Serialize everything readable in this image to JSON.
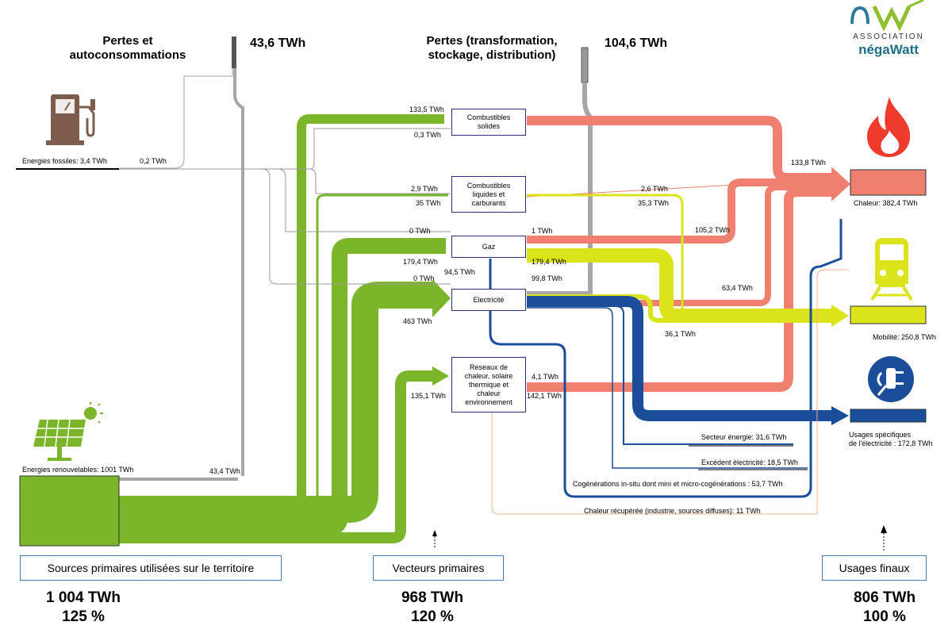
{
  "logo": {
    "line1": "ASSOCIATION",
    "line2": "négaWatt",
    "mark": "nW"
  },
  "losses_left": {
    "title_l1": "Pertes et",
    "title_l2": "autoconsommations",
    "value": "43,6 TWh"
  },
  "losses_mid": {
    "title_l1": "Pertes (transformation,",
    "title_l2": "stockage, distribution)",
    "value": "104,6 TWh"
  },
  "sources": {
    "fossiles": "Energies fossiles: 3,4 TWh",
    "renouvelables": "Energies renouvelables: 1001 TWh"
  },
  "vectors": {
    "solides_l1": "Combustibles",
    "solides_l2": "solides",
    "liquides_l1": "Combustibles",
    "liquides_l2": "liquides et",
    "liquides_l3": "carburants",
    "gaz": "Gaz",
    "elec": "Electricité",
    "reseaux_l1": "Reseaux de",
    "reseaux_l2": "chaleur, solaire",
    "reseaux_l3": "thermique et",
    "reseaux_l4": "chaleur",
    "reseaux_l5": "environnement"
  },
  "finals": {
    "chaleur": "Chaleur: 382,4 TWh",
    "mobilite": "Mobilité: 250,8 TWh",
    "usages_l1": "Usages spécifiques",
    "usages_l2": "de l'électricité : 172,8 TWh"
  },
  "flows": {
    "f02": "0,2 TWh",
    "f1335": "133,5 TWh",
    "f03": "0,3 TWh",
    "f29": "2,9 TWh",
    "f35": "35 TWh",
    "f0a": "0 TWh",
    "f1794a": "179,4 TWh",
    "f0b": "0 TWh",
    "f945": "94,5 TWh",
    "f463": "463 TWh",
    "f1351": "135,1 TWh",
    "f434": "43,4 TWh",
    "f1338": "133,8 TWh",
    "f26": "2,6 TWh",
    "f353": "35,3 TWh",
    "f1": "1 TWh",
    "f1052": "105,2 TWh",
    "f1794b": "179,4 TWh",
    "f998": "99,8 TWh",
    "f634": "63,4 TWh",
    "f361": "36,1 TWh",
    "f41": "4,1 TWh",
    "f1421": "142,1 TWh"
  },
  "extra": {
    "secteur": "Secteur énergie: 31,6 TWh",
    "excedent": "Excédent électricité: 18,5 TWh",
    "cogen": "Cogénérations in-situ dont mini et micro-cogénérations : 53,7 TWh",
    "recup": "Chaleur récupérée (industrie, sources diffuses): 11 TWh"
  },
  "stages": {
    "sources": "Sources primaires utilisées sur le territoire",
    "vecteurs": "Vecteurs primaires",
    "usages": "Usages finaux"
  },
  "totals": {
    "sources_twh": "1 004 TWh",
    "sources_pct": "125 %",
    "vecteurs_twh": "968 TWh",
    "vecteurs_pct": "120 %",
    "usages_twh": "806 TWh",
    "usages_pct": "100 %"
  },
  "colors": {
    "renewable": "#7ab52a",
    "heat": "#ef8070",
    "mobility": "#dbe31a",
    "electricity": "#1a4e9a",
    "loss": "#a6a6a6",
    "frame": "#2b2f7a"
  },
  "icons": [
    "fuel-pump-icon",
    "flame-icon",
    "train-icon",
    "electric-plug-icon",
    "solar-panel-icon"
  ]
}
